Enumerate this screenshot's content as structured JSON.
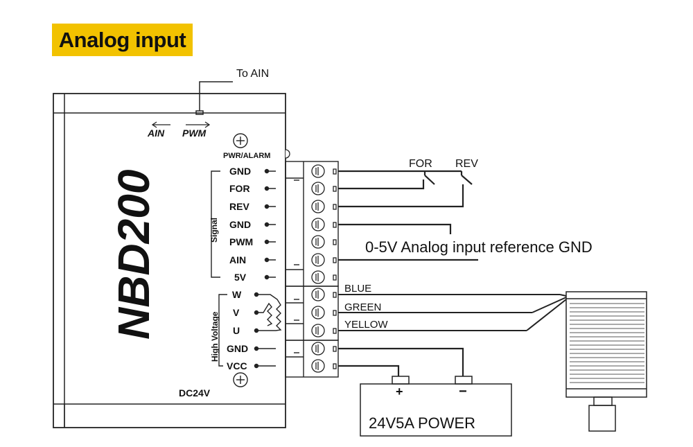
{
  "header": {
    "title": "Analog input"
  },
  "driver": {
    "model": "NBD200",
    "top_arrows": {
      "ain": "AIN",
      "pwm": "PWM"
    },
    "to_ain": "To AIN",
    "pwr_alarm": "PWR/ALARM",
    "signal_group": "Signal",
    "high_voltage_group": "High Voltage",
    "supply": "DC24V",
    "terminals": {
      "gnd1": "GND",
      "for": "FOR",
      "rev": "REV",
      "gnd2": "GND",
      "pwm": "PWM",
      "ain": "AIN",
      "v5": "5V",
      "w": "W",
      "v": "V",
      "u": "U",
      "gnd3": "GND",
      "vcc": "VCC"
    }
  },
  "wiring": {
    "switch_for": "FOR",
    "switch_rev": "REV",
    "analog_note": "0-5V Analog input reference GND",
    "wire_blue": "BLUE",
    "wire_green": "GREEN",
    "wire_yellow": "YELLOW"
  },
  "power": {
    "label": "24V5A POWER",
    "plus": "+",
    "minus": "−"
  }
}
